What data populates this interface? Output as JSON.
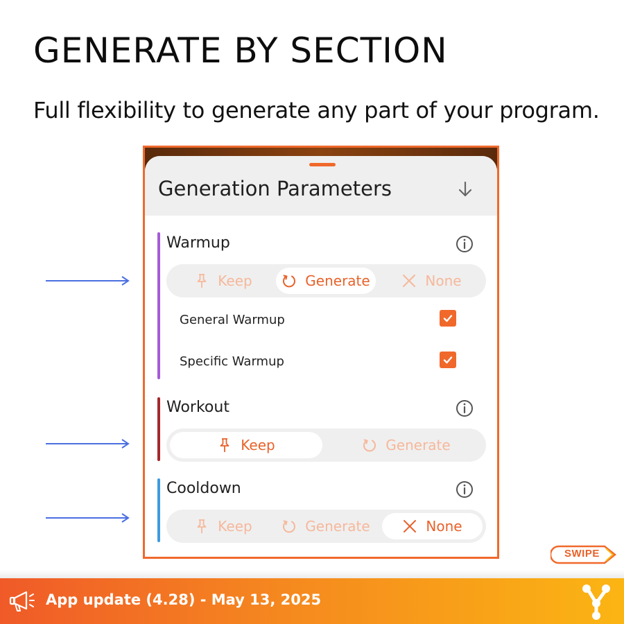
{
  "headline": "GENERATE BY SECTION",
  "subheadline": "Full flexibility to generate any part of your program.",
  "panel": {
    "title": "Generation Parameters",
    "sections": [
      {
        "title": "Warmup",
        "bar_color": "#a45cd6",
        "options": [
          "Keep",
          "Generate",
          "None"
        ],
        "selected": "Generate",
        "items": [
          {
            "label": "General Warmup",
            "checked": true
          },
          {
            "label": "Specific Warmup",
            "checked": true
          }
        ]
      },
      {
        "title": "Workout",
        "bar_color": "#a3282b",
        "options": [
          "Keep",
          "Generate"
        ],
        "selected": "Keep"
      },
      {
        "title": "Cooldown",
        "bar_color": "#3f9ae0",
        "options": [
          "Keep",
          "Generate",
          "None"
        ],
        "selected": "None"
      }
    ]
  },
  "swipe_label": "SWIPE",
  "footer": {
    "text": "App update (4.28) - May 13, 2025"
  },
  "colors": {
    "accent": "#f0692b",
    "arrow": "#4a6ee0"
  }
}
